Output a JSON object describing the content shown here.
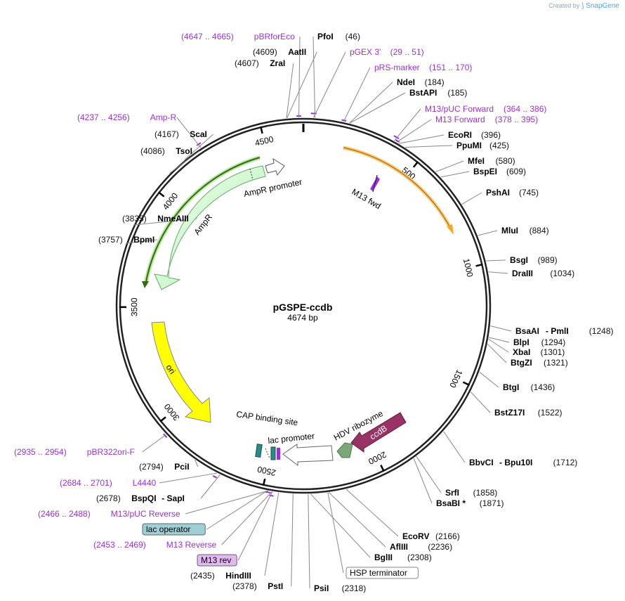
{
  "credit": {
    "prefix": "Created by",
    "brand": "SnapGene"
  },
  "plasmid": {
    "name": "pGSPE-ccdb",
    "size_label": "4674 bp"
  },
  "ticks": [
    "500",
    "1000",
    "1500",
    "2000",
    "2500",
    "3000",
    "3500",
    "4000",
    "4500"
  ],
  "features": [
    {
      "name": "M13 fwd",
      "color": "#9b30d9"
    },
    {
      "name": "AmpR promoter",
      "color": "#ffffff"
    },
    {
      "name": "AmpR",
      "color": "#ccffcc"
    },
    {
      "name": "ori",
      "color": "#ffff00"
    },
    {
      "name": "CAP binding site",
      "color": "#2a8a8a"
    },
    {
      "name": "lac promoter",
      "color": "#ffffff"
    },
    {
      "name": "HDV ribozyme",
      "color": "#7aa878"
    },
    {
      "name": "ccdB",
      "color": "#993366"
    }
  ],
  "right_labels": [
    {
      "name": "PfoI",
      "pos": "(46)"
    },
    {
      "name": "pGEX 3'",
      "pos": "(29 .. 51)",
      "primer": true
    },
    {
      "name": "pRS-marker",
      "pos": "(151 .. 170)",
      "primer": true
    },
    {
      "name": "NdeI",
      "pos": "(184)"
    },
    {
      "name": "BstAPI",
      "pos": "(185)"
    },
    {
      "name": "M13/pUC Forward",
      "pos": "(364 .. 386)",
      "primer": true
    },
    {
      "name": "M13 Forward",
      "pos": "(378 .. 395)",
      "primer": true
    },
    {
      "name": "EcoRI",
      "pos": "(396)"
    },
    {
      "name": "PpuMI",
      "pos": "(425)"
    },
    {
      "name": "MfeI",
      "pos": "(580)"
    },
    {
      "name": "BspEI",
      "pos": "(609)"
    },
    {
      "name": "PshAI",
      "pos": "(745)"
    },
    {
      "name": "MluI",
      "pos": "(884)"
    },
    {
      "name": "BsgI",
      "pos": "(989)"
    },
    {
      "name": "DraIII",
      "pos": "(1034)"
    },
    {
      "name": "BsaAI",
      "name2": "PmlI",
      "pos": "(1248)"
    },
    {
      "name": "BlpI",
      "pos": "(1294)"
    },
    {
      "name": "XbaI",
      "pos": "(1301)"
    },
    {
      "name": "BtgZI",
      "pos": "(1321)"
    },
    {
      "name": "BtgI",
      "pos": "(1436)"
    },
    {
      "name": "BstZ17I",
      "pos": "(1522)"
    },
    {
      "name": "BbvCI",
      "name2": "Bpu10I",
      "pos": "(1712)"
    },
    {
      "name": "SrfI",
      "pos": "(1858)"
    },
    {
      "name": "BsaBI *",
      "pos": "(1871)"
    },
    {
      "name": "EcoRV",
      "pos": "(2166)"
    },
    {
      "name": "AflIII",
      "pos": "(2236)"
    },
    {
      "name": "BglII",
      "pos": "(2308)"
    },
    {
      "name": "HSP terminator",
      "boxed": true
    },
    {
      "name": "PsiI",
      "pos": "(2318)"
    }
  ],
  "left_labels": [
    {
      "name": "pBRforEco",
      "pos": "(4647 .. 4665)",
      "primer": true
    },
    {
      "name": "AatII",
      "pos": "(4609)"
    },
    {
      "name": "ZraI",
      "pos": "(4607)"
    },
    {
      "name": "Amp-R",
      "pos": "(4237 .. 4256)",
      "primer": true
    },
    {
      "name": "ScaI",
      "pos": "(4167)"
    },
    {
      "name": "TsoI",
      "pos": "(4086)"
    },
    {
      "name": "NmeAIII",
      "pos": "(3835)"
    },
    {
      "name": "BpmI",
      "pos": "(3757)"
    },
    {
      "name": "pBR322ori-F",
      "pos": "(2935 .. 2954)",
      "primer": true
    },
    {
      "name": "PciI",
      "pos": "(2794)"
    },
    {
      "name": "L4440",
      "pos": "(2684 .. 2701)",
      "primer": true
    },
    {
      "name": "BspQI",
      "name2": "SapI",
      "pos": "(2678)"
    },
    {
      "name": "M13/pUC Reverse",
      "pos": "(2466 .. 2488)",
      "primer": true
    },
    {
      "name": "lac operator",
      "boxed": true
    },
    {
      "name": "M13 Reverse",
      "pos": "(2453 .. 2469)",
      "primer": true
    },
    {
      "name": "M13 rev",
      "boxed": true
    },
    {
      "name": "HindIII",
      "pos": "(2435)"
    },
    {
      "name": "PstI",
      "pos": "(2378)"
    }
  ]
}
